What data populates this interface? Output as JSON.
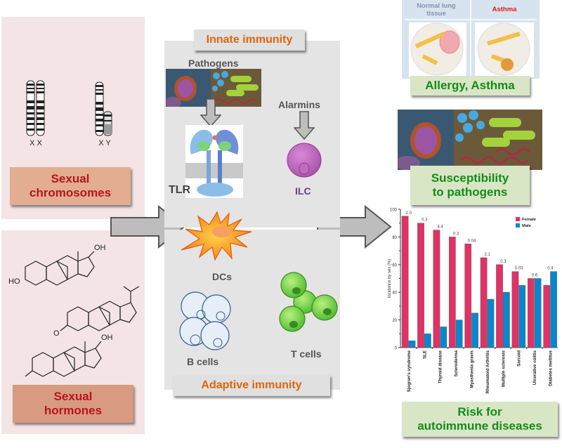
{
  "left": {
    "chromosomes": {
      "xx_label": "X X",
      "xy_label": "X Y",
      "title": "Sexual chromosomes",
      "title_line1": "Sexual",
      "title_line2": "chromosomes"
    },
    "hormones": {
      "oh_label_1": "OH",
      "ho_label": "HO",
      "o_label_1": "O",
      "oh_label_3": "OH",
      "title_line1": "Sexual",
      "title_line2": "hormones"
    }
  },
  "center": {
    "innate_title": "Innate immunity",
    "pathogens_label": "Pathogens",
    "alarmins_label": "Alarmins",
    "tlr_label": "TLR",
    "ilc_label": "ILC",
    "dcs_label": "DCs",
    "bcells_label": "B cells",
    "tcells_label": "T cells",
    "adaptive_title": "Adaptive immunity"
  },
  "right": {
    "lung": {
      "normal_label_line1": "Normal lung",
      "normal_label_line2": "tissue",
      "asthma_label": "Asthma"
    },
    "allergy_title": "Allergy, Asthma",
    "susceptibility_line1": "Susceptibility",
    "susceptibility_line2": "to pathogens",
    "risk_line1": "Risk for",
    "risk_line2": "autoimmune diseases"
  },
  "colors": {
    "female": "#e03264",
    "male": "#0a86cc",
    "green_text": "#138c1a",
    "orange_text": "#e0650a",
    "red_text": "#b8141c"
  },
  "chart_data": {
    "type": "bar",
    "title": "",
    "xlabel": "",
    "ylabel": "Incidence by sex (%)",
    "ylim": [
      0,
      100
    ],
    "yticks": [
      0,
      20,
      40,
      60,
      80,
      100
    ],
    "legend": "top-right",
    "grid": false,
    "categories": [
      "Sjogren's syndrome",
      "SLE",
      "Thyroid disease",
      "Scleroderma",
      "Myasthenia gravis",
      "Rheumatoid Arthritis",
      "Multiple sclerosis",
      "Sarcoid",
      "Ulcerative colitis",
      "Diabetes mellitus"
    ],
    "series": [
      {
        "name": "Female",
        "values": [
          95,
          90,
          85,
          80,
          75,
          65,
          60,
          55,
          50,
          45
        ]
      },
      {
        "name": "Male",
        "values": [
          5,
          10,
          15,
          20,
          25,
          35,
          40,
          45,
          50,
          55
        ]
      }
    ],
    "annotations": [
      "2.0",
      "0.3",
      "4.4",
      "0.3",
      "0.04",
      "2.1",
      "0.3",
      "0.03",
      "0.6",
      "0.4"
    ]
  }
}
